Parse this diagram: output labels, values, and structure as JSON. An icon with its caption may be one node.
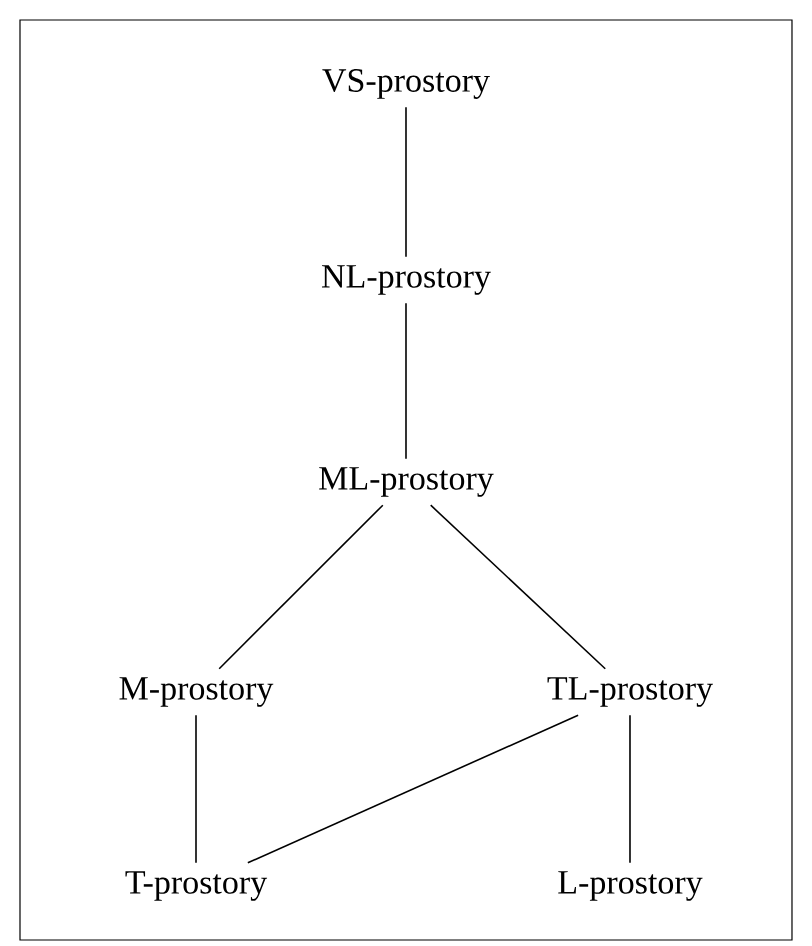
{
  "diagram": {
    "nodes": [
      {
        "text": [
          "VS-prostory"
        ]
      },
      {
        "text": [
          "NL-prostory"
        ]
      },
      {
        "text": [
          "ML-prostory"
        ]
      },
      {
        "text": [
          "M-prostory"
        ]
      },
      {
        "text": [
          "TL-prostory"
        ]
      },
      {
        "text": [
          "T-prostory"
        ]
      },
      {
        "text": [
          "L-prostory"
        ]
      }
    ],
    "edges": [
      {
        "from": 0,
        "to": 1,
        "arrow": "none"
      },
      {
        "from": 1,
        "to": 2,
        "arrow": "none"
      },
      {
        "from": 2,
        "to": 3,
        "arrow": "none"
      },
      {
        "from": 2,
        "to": 4,
        "arrow": "none"
      },
      {
        "from": 3,
        "to": 5,
        "arrow": "none"
      },
      {
        "from": 4,
        "to": 5,
        "arrow": "none"
      },
      {
        "from": 4,
        "to": 6,
        "arrow": "none"
      }
    ]
  }
}
